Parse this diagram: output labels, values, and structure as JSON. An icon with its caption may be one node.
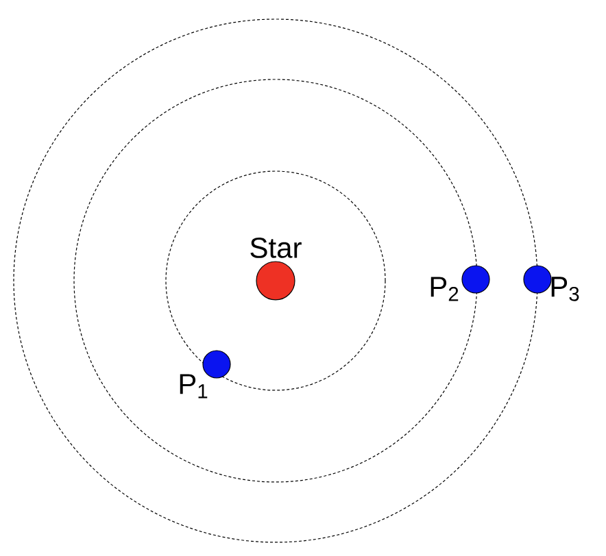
{
  "diagram": {
    "nodes": [
      {
        "text": [
          "Star"
        ]
      },
      {
        "text": [
          "P$_{1}$"
        ]
      },
      {
        "text": [
          "P$_{2}$"
        ]
      },
      {
        "text": [
          "P$_{3}$"
        ]
      }
    ]
  }
}
